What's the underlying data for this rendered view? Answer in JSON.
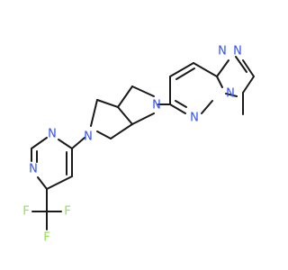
{
  "molecule": {
    "colors": {
      "carbon_bond": "#1a1a1a",
      "nitrogen": "#3050F8",
      "fluorine": "#90E050",
      "background": "#ffffff"
    },
    "atoms": {
      "n_triazole_1": "N",
      "n_triazole_2": "N",
      "n_triazole_3": "N",
      "n_pyridazine": "N",
      "n_pyrrolidine_right": "N",
      "n_pyrrolidine_left": "N",
      "n_pyrimidine_top": "N",
      "n_pyrimidine_bottom": "N",
      "f_1": "F",
      "f_2": "F",
      "f_3": "F"
    }
  }
}
